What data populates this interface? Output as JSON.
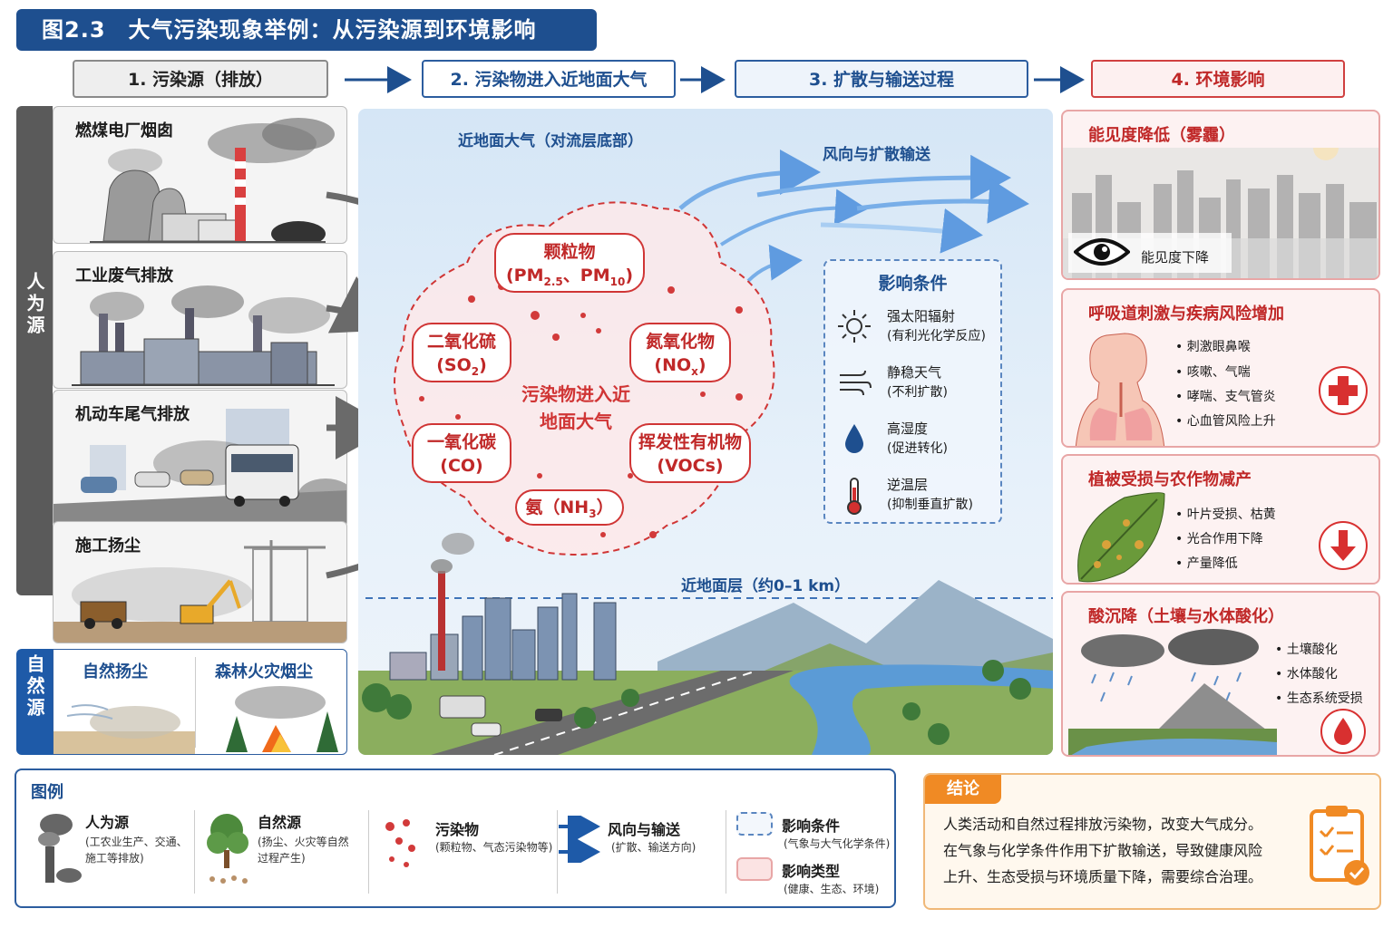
{
  "title": "图2.3　大气污染现象举例：从污染源到环境影响",
  "steps": [
    "1. 污染源（排放）",
    "2. 污染物进入近地面大气",
    "3. 扩散与输送过程",
    "4. 环境影响"
  ],
  "anthropogenic": {
    "band_label": "人为源",
    "sources": [
      "燃煤电厂烟囱",
      "工业废气排放",
      "机动车尾气排放",
      "施工扬尘"
    ]
  },
  "natural": {
    "band_label": "自然源",
    "sources": [
      "自然扬尘",
      "森林火灾烟尘"
    ]
  },
  "center": {
    "atmosphere_label": "近地面大气（对流层底部）",
    "wind_label": "风向与扩散输送",
    "cloud_label": "污染物进入近地面大气",
    "surface_layer_label": "近地面层（约0–1 km）",
    "pollutants": {
      "pm": {
        "name": "颗粒物",
        "formula_pre": "(PM",
        "sub1": "2.5",
        "mid": "、PM",
        "sub2": "10",
        "post": ")"
      },
      "so2": {
        "name": "二氧化硫",
        "formula_pre": "(SO",
        "sub": "2",
        "post": ")"
      },
      "nox": {
        "name": "氮氧化物",
        "formula_pre": "(NO",
        "sub": "x",
        "post": ")"
      },
      "co": {
        "name": "一氧化碳",
        "formula": "(CO)"
      },
      "vocs": {
        "name": "挥发性有机物",
        "formula": "(VOCs)"
      },
      "nh3": {
        "name_pre": "氨（NH",
        "sub": "3",
        "post": "）"
      }
    }
  },
  "conditions": {
    "title": "影响条件",
    "items": [
      {
        "icon": "sun-icon",
        "name": "强太阳辐射",
        "note": "(有利光化学反应)"
      },
      {
        "icon": "wind-icon",
        "name": "静稳天气",
        "note": "(不利扩散)"
      },
      {
        "icon": "droplet-icon",
        "name": "高湿度",
        "note": "(促进转化)"
      },
      {
        "icon": "thermometer-icon",
        "name": "逆温层",
        "note": "(抑制垂直扩散)"
      }
    ]
  },
  "impacts": {
    "visibility": {
      "title": "能见度降低（雾霾）",
      "note": "能见度下降"
    },
    "respiratory": {
      "title": "呼吸道刺激与疾病风险增加",
      "bullets": [
        "刺激眼鼻喉",
        "咳嗽、气喘",
        "哮喘、支气管炎",
        "心血管风险上升"
      ]
    },
    "vegetation": {
      "title": "植被受损与农作物减产",
      "bullets": [
        "叶片受损、枯黄",
        "光合作用下降",
        "产量降低"
      ]
    },
    "acid": {
      "title": "酸沉降（土壤与水体酸化）",
      "bullets": [
        "土壤酸化",
        "水体酸化",
        "生态系统受损"
      ]
    }
  },
  "legend": {
    "title": "图例",
    "items": [
      {
        "main": "人为源",
        "sub": [
          "(工农业生产、交通、",
          "施工等排放)"
        ]
      },
      {
        "main": "自然源",
        "sub": [
          "(扬尘、火灾等自然",
          "过程产生)"
        ]
      },
      {
        "main": "污染物",
        "sub": [
          "(颗粒物、气态污染物等)"
        ]
      },
      {
        "main": "风向与输送",
        "sub": [
          "(扩散、输送方向)"
        ]
      },
      {
        "main": "影响条件",
        "sub": [
          "(气象与大气化学条件)"
        ]
      },
      {
        "main": "影响类型",
        "sub": [
          "(健康、生态、环境)"
        ]
      }
    ]
  },
  "conclusion": {
    "tag": "结论",
    "lines": [
      "人类活动和自然过程排放污染物，改变大气成分。",
      "在气象与化学条件作用下扩散输送，导致健康风险",
      "上升、生态受损与环境质量下降，需要综合治理。"
    ]
  },
  "colors": {
    "primary_blue": "#1e4f8f",
    "pollutant_red": "#c02828",
    "conclusion_orange": "#f08a24"
  }
}
